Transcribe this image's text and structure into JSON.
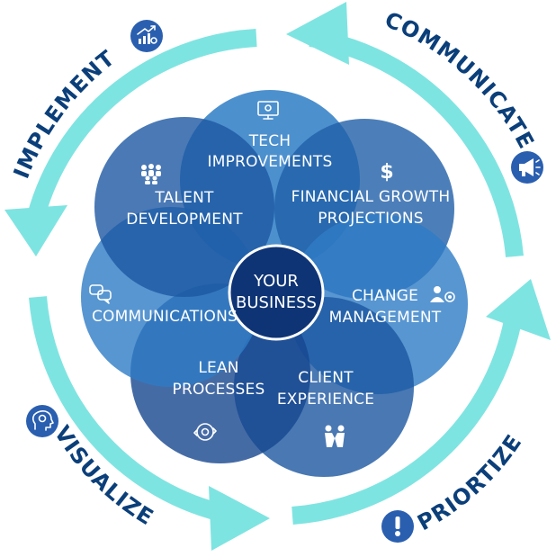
{
  "colors": {
    "arrow": "#7ee4e1",
    "label_dark": "#0b3f7a",
    "petal_light": "#2e7cc6",
    "petal_mid": "#1f5fa8",
    "petal_dark": "#163f83",
    "icon_badge": "#2a5fb0"
  },
  "center": {
    "line1": "YOUR",
    "line2": "BUSINESS"
  },
  "petals": [
    {
      "line1": "TECH",
      "line2": "IMPROVEMENTS",
      "icon": "monitor-gear-icon"
    },
    {
      "line1": "FINANCIAL GROWTH",
      "line2": "PROJECTIONS",
      "icon": "dollar-icon"
    },
    {
      "line1": "CHANGE",
      "line2": "MANAGEMENT",
      "icon": "people-gear-icon"
    },
    {
      "line1": "CLIENT",
      "line2": "EXPERIENCE",
      "icon": "handshake-icon"
    },
    {
      "line1": "LEAN",
      "line2": "PROCESSES",
      "icon": "gear-cycle-icon"
    },
    {
      "line1": "COMMUNICATIONS",
      "line2": "",
      "icon": "speech-bubbles-icon"
    },
    {
      "line1": "TALENT",
      "line2": "DEVELOPMENT",
      "icon": "team-icon"
    }
  ],
  "cycle": [
    {
      "label": "IMPLEMENT",
      "icon": "growth-chart-icon"
    },
    {
      "label": "COMMUNICATE",
      "icon": "megaphone-icon"
    },
    {
      "label": "PRIORTIZE",
      "icon": "exclamation-icon"
    },
    {
      "label": "VISUALIZE",
      "icon": "head-gear-icon"
    }
  ]
}
